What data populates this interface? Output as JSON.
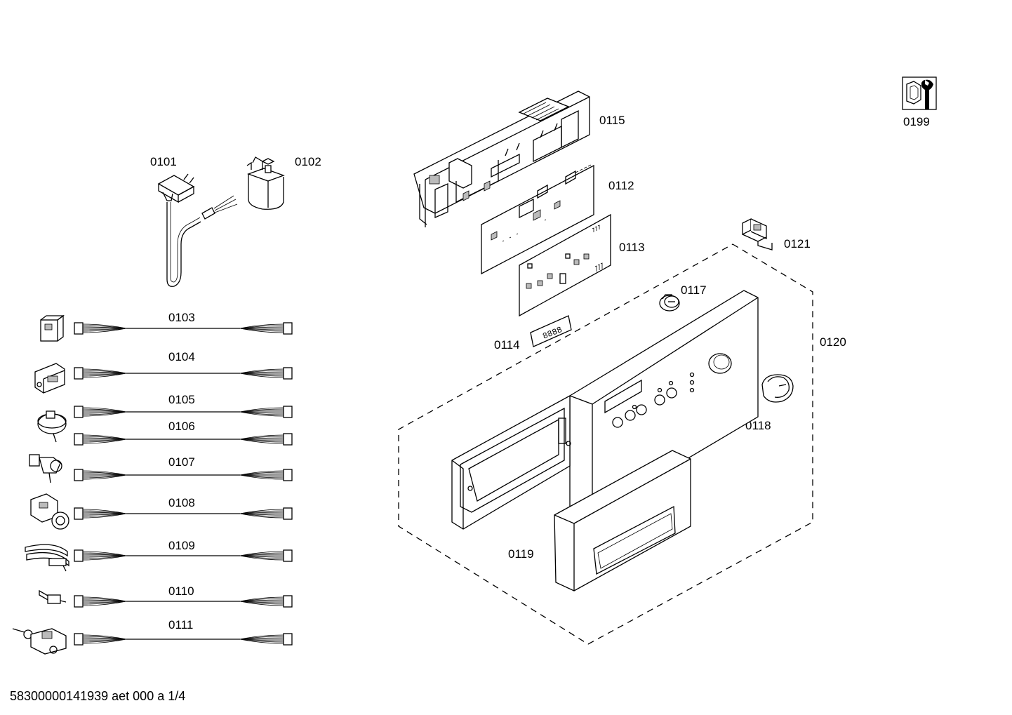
{
  "parts": {
    "p0101": "0101",
    "p0102": "0102",
    "p0103": "0103",
    "p0104": "0104",
    "p0105": "0105",
    "p0106": "0106",
    "p0107": "0107",
    "p0108": "0108",
    "p0109": "0109",
    "p0110": "0110",
    "p0111": "0111",
    "p0112": "0112",
    "p0113": "0113",
    "p0114": "0114",
    "p0115": "0115",
    "p0117": "0117",
    "p0118": "0118",
    "p0119": "0119",
    "p0120": "0120",
    "p0121": "0121",
    "p0199": "0199"
  },
  "display_digits": "8888",
  "footer": "58300000141939 aet 000 a 1/4",
  "icons": [
    "power-cord-icon",
    "interference-filter-icon",
    "wiring-harness-icon",
    "control-module-housing-icon",
    "circuit-board-icon",
    "display-module-icon",
    "knob-icon",
    "control-panel-fascia-icon",
    "door-lock-icon",
    "pressure-switch-icon",
    "valve-icon",
    "pump-icon",
    "heater-element-icon",
    "sensor-icon",
    "service-tools-icon"
  ]
}
